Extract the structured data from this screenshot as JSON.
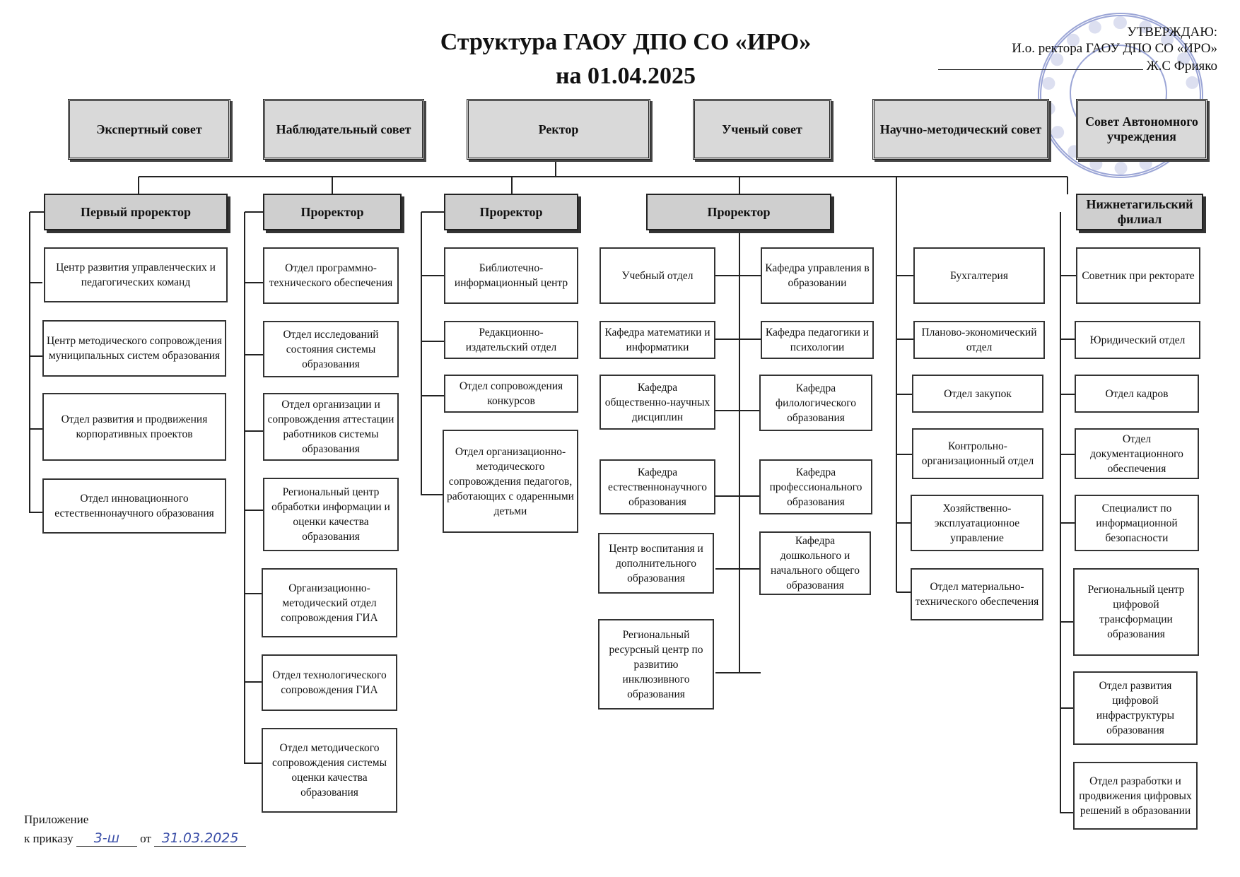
{
  "title": {
    "line1": "Структура ГАОУ ДПО СО «ИРО»",
    "line2": "на 01.04.2025"
  },
  "approve": {
    "label": "УТВЕРЖДАЮ:",
    "position": "И.о. ректора ГАОУ ДПО СО «ИРО»",
    "name": "Ж.С Фрияко"
  },
  "top_boxes": [
    "Экспертный совет",
    "Наблюдательный совет",
    "Ректор",
    "Ученый совет",
    "Научно-методический совет",
    "Совет Автономного учреждения"
  ],
  "heads": [
    "Первый проректор",
    "Проректор",
    "Проректор",
    "Проректор",
    "Нижнетагильский филиал"
  ],
  "columns": {
    "c1": [
      "Центр развития управленческих и педагогических команд",
      "Центр методического сопровождения муниципальных систем образования",
      "Отдел развития и продвижения корпоративных проектов",
      "Отдел инновационного естественнонаучного образования"
    ],
    "c2": [
      "Отдел программно-технического обеспечения",
      "Отдел исследований состояния системы образования",
      "Отдел организации и сопровождения аттестации работников системы образования",
      "Региональный центр обработки информации и оценки качества образования",
      "Организационно-методический отдел сопровождения ГИА",
      "Отдел технологического сопровождения ГИА",
      "Отдел методического сопровождения системы оценки качества образования"
    ],
    "c3": [
      "Библиотечно-информационный центр",
      "Редакционно-издательский отдел",
      "Отдел сопровождения конкурсов",
      "Отдел организационно-методического сопровождения педагогов, работающих с одаренными детьми"
    ],
    "c4a": [
      "Учебный отдел",
      "Кафедра математики и информатики",
      "Кафедра общественно-научных дисциплин",
      "Кафедра естественнонаучного образования",
      "Центр воспитания и дополнительного образования",
      "Региональный ресурсный центр по развитию инклюзивного образования"
    ],
    "c4b": [
      "Кафедра управления в образовании",
      "Кафедра педагогики и психологии",
      "Кафедра филологического образования",
      "Кафедра профессионального образования",
      "Кафедра дошкольного и начального общего образования"
    ],
    "c5": [
      "Бухгалтерия",
      "Планово-экономический отдел",
      "Отдел закупок",
      "Контрольно-организационный отдел",
      "Хозяйственно-эксплуатационное управление",
      "Отдел материально-технического обеспечения"
    ],
    "c6": [
      "Советник при ректорате",
      "Юридический отдел",
      "Отдел кадров",
      "Отдел документационного обеспечения",
      "Специалист по информационной безопасности",
      "Региональный центр цифровой трансформации образования",
      "Отдел развития цифровой инфраструктуры образования",
      "Отдел разработки и продвижения цифровых решений в образовании"
    ]
  },
  "footer": {
    "appendix": "Приложение",
    "order_label": "к приказу",
    "order_number": "3-ш",
    "from_label": "от",
    "order_date": "31.03.2025"
  }
}
